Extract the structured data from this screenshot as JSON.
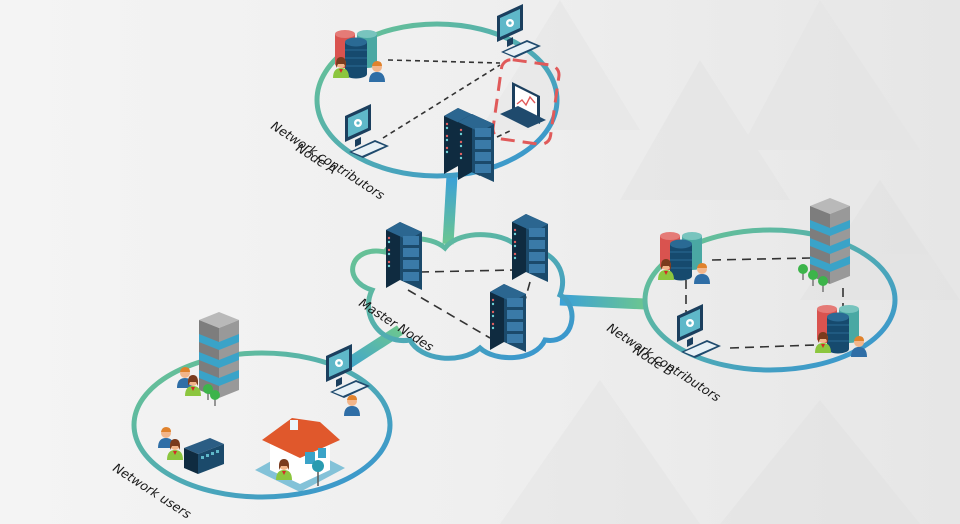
{
  "diagram": {
    "title": "Network topology",
    "colors": {
      "ring_start": "#66c28e",
      "ring_end": "#3a9bd6",
      "server_dark": "#12324a",
      "server_mid": "#1b4a6b",
      "db_red": "#d9534f",
      "db_teal": "#4aa8a3",
      "db_navy": "#164a6e",
      "monitor_screen": "#5fb8c9",
      "highlight_red": "#e05a5a",
      "building_gray": "#8c8c8c",
      "building_band": "#3aa3c8",
      "house_roof": "#e0582c",
      "tree_green": "#3cb44a"
    },
    "groups": [
      {
        "id": "node-a",
        "label_line1": "Network contributors",
        "label_line2": "Node A",
        "devices": [
          "database-cluster",
          "workstation",
          "workstation",
          "laptop-highlighted",
          "server-rack"
        ]
      },
      {
        "id": "master",
        "label_line1": "Master Nodes",
        "devices": [
          "server-rack",
          "server-rack",
          "server-rack"
        ]
      },
      {
        "id": "node-b",
        "label_line1": "Network contributors",
        "label_line2": "Node B",
        "devices": [
          "database-cluster",
          "building",
          "workstation",
          "database-cluster"
        ]
      },
      {
        "id": "users",
        "label_line1": "Network users",
        "devices": [
          "building",
          "workstation",
          "switch",
          "house",
          "users"
        ]
      }
    ]
  }
}
